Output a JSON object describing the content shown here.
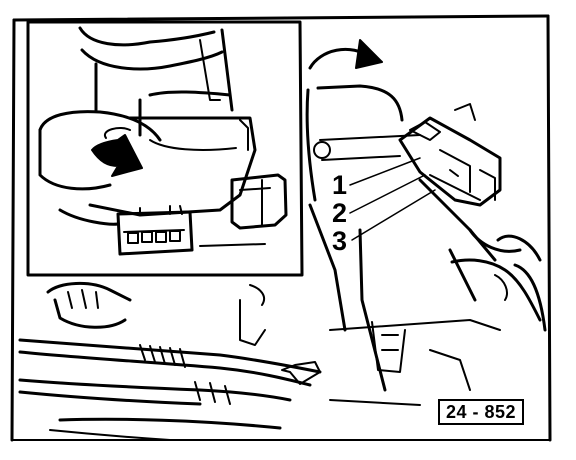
{
  "figure": {
    "callouts": [
      "1",
      "2",
      "3"
    ],
    "reference_number": "24 - 852"
  },
  "colors": {
    "ink": "#000000",
    "paper": "#ffffff"
  },
  "icons": {
    "pointer": "arrow-icon",
    "rotation": "curved-arrow-icon"
  }
}
